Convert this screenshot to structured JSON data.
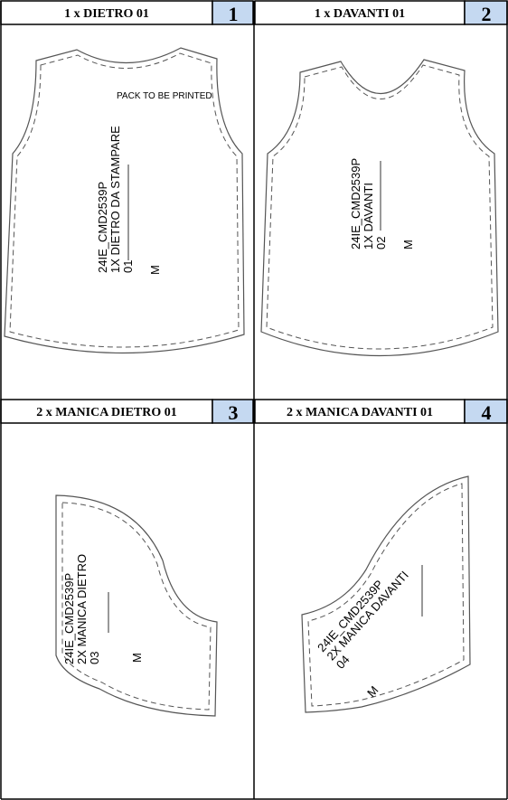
{
  "colors": {
    "header_bg": "#ffffff",
    "number_bg": "#c5d9f1",
    "border": "#000000",
    "outline": "#555555"
  },
  "panels": [
    {
      "title": "1 x DIETRO 01",
      "number": "1",
      "note": "PACK TO BE PRINTED",
      "label_lines": [
        "24IE_CMD2539P",
        "1X DIETRO DA STAMPARE",
        "01"
      ],
      "size": "M"
    },
    {
      "title": "1 x DAVANTI 01",
      "number": "2",
      "label_lines": [
        "24IE_CMD2539P",
        "1X DAVANTI",
        "02"
      ],
      "size": "M"
    },
    {
      "title": "2 x MANICA DIETRO 01",
      "number": "3",
      "label_lines": [
        "24IE_CMD2539P",
        "2X MANICA DIETRO",
        "03"
      ],
      "size": "M"
    },
    {
      "title": "2 x MANICA DAVANTI 01",
      "number": "4",
      "label_lines": [
        "24IE_CMD2539P",
        "2X MANICA DAVANTI",
        "04"
      ],
      "size": "M"
    }
  ]
}
